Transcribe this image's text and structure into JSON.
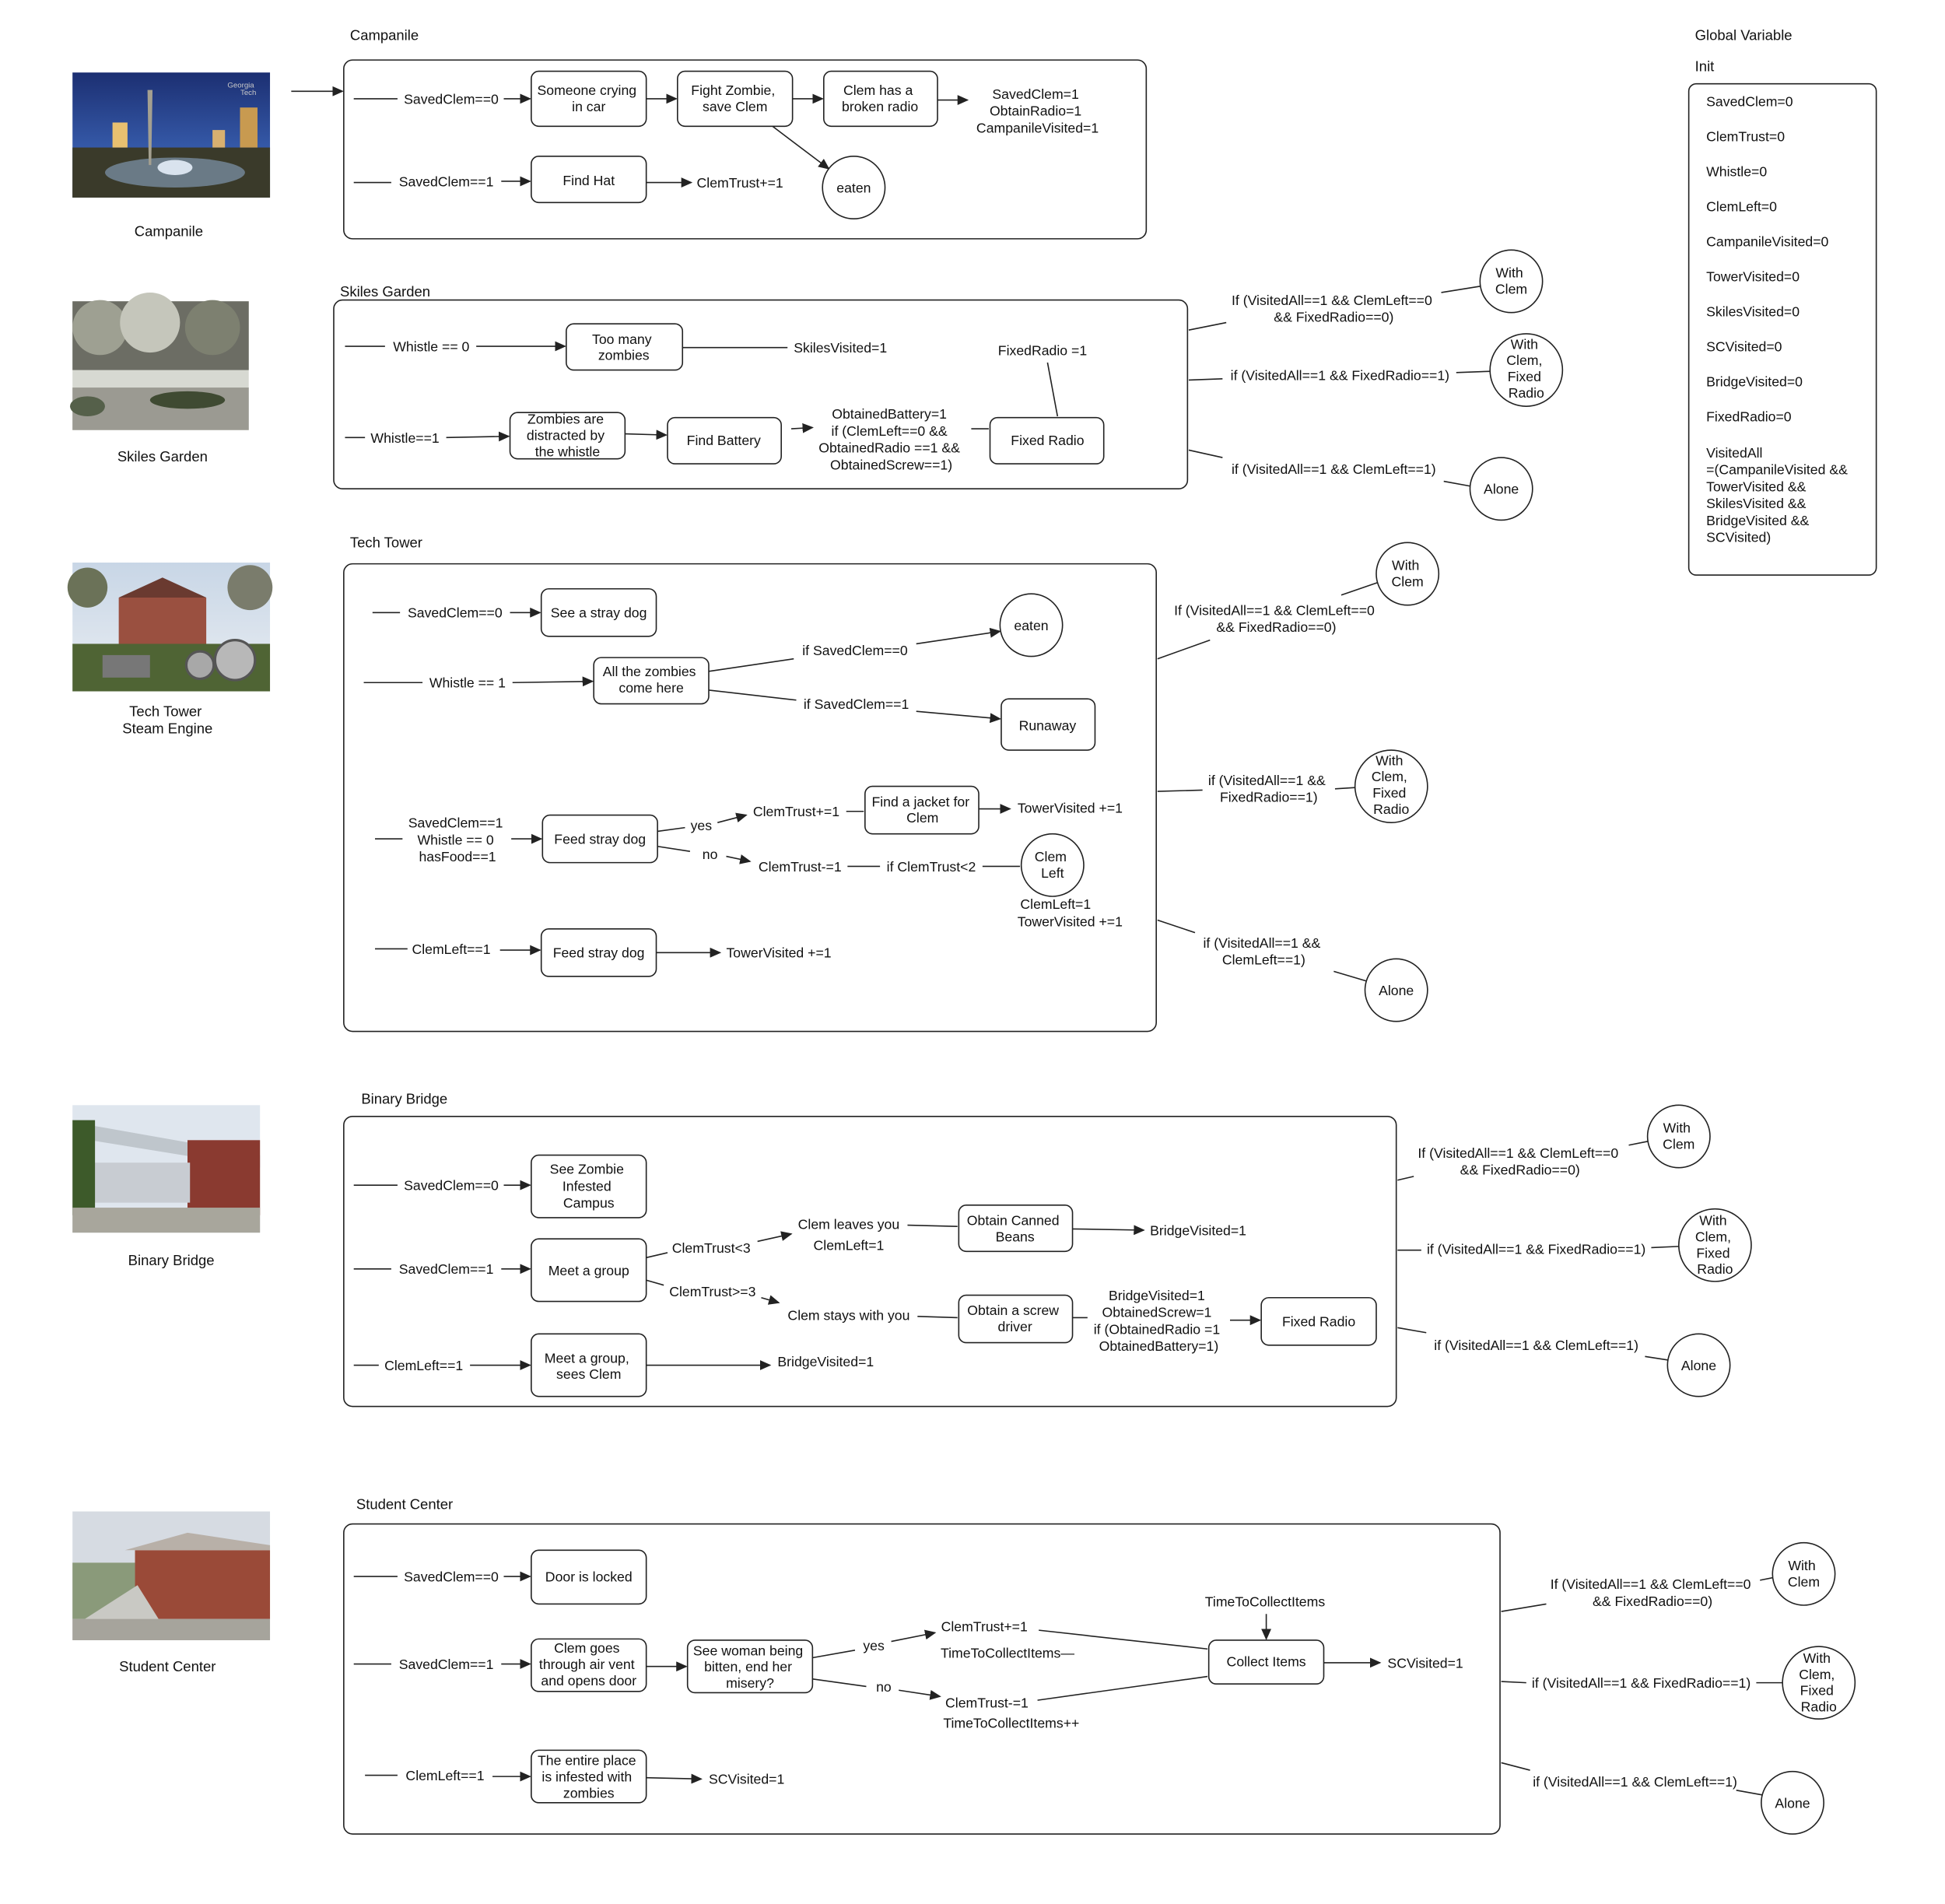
{
  "global": {
    "title": "Global Variable",
    "init_label": "Init",
    "vars": [
      "SavedClem=0",
      "ClemTrust=0",
      "Whistle=0",
      "ClemLeft=0",
      "CampanileVisited=0",
      "TowerVisited=0",
      "SkilesVisited=0",
      "SCVisited=0",
      "BridgeVisited=0",
      "FixedRadio=0"
    ],
    "visited_all": [
      "VisitedAll",
      "=(CampanileVisited &&",
      "TowerVisited &&",
      "SkilesVisited &&",
      "BridgeVisited &&",
      "SCVisited)"
    ]
  },
  "campanile": {
    "title": "Campanile",
    "caption": [
      "Campanile"
    ],
    "logo": [
      "Georgia",
      "Tech"
    ],
    "c_saved0": "SavedClem==0",
    "b_crying": [
      "Someone crying",
      "in car"
    ],
    "b_fight": [
      "Fight Zombie,",
      "save Clem"
    ],
    "b_radio": [
      "Clem has a",
      "broken radio"
    ],
    "result": [
      "SavedClem=1",
      "ObtainRadio=1",
      "CampanileVisited=1"
    ],
    "c_saved1": "SavedClem==1",
    "b_hat": [
      "Find Hat"
    ],
    "t_trust": "ClemTrust+=1",
    "e_eaten": [
      "eaten"
    ]
  },
  "skiles": {
    "title": "Skiles Garden",
    "caption": [
      "Skiles Garden"
    ],
    "c_whistle0": "Whistle == 0",
    "b_many": [
      "Too many",
      "zombies"
    ],
    "t_visited": "SkilesVisited=1",
    "t_fixedradio": "FixedRadio =1",
    "c_whistle1": "Whistle==1",
    "b_distracted": [
      "Zombies are",
      "distracted by",
      "the whistle"
    ],
    "b_battery": [
      "Find Battery"
    ],
    "t_battery": [
      "ObtainedBattery=1",
      "if (ClemLeft==0 &&",
      "ObtainedRadio ==1 &&",
      "ObtainedScrew==1)"
    ],
    "b_fixed": [
      "Fixed Radio"
    ],
    "o1_cond": [
      "If (VisitedAll==1 && ClemLeft==0",
      "&& FixedRadio==0)"
    ],
    "o1_end": [
      "With",
      "Clem"
    ],
    "o2_cond": [
      "if (VisitedAll==1 && FixedRadio==1)"
    ],
    "o2_end": [
      "With",
      "Clem,",
      "Fixed",
      "Radio"
    ],
    "o3_cond": [
      "if (VisitedAll==1 && ClemLeft==1)"
    ],
    "o3_end": [
      "Alone"
    ]
  },
  "tower": {
    "title": "Tech Tower",
    "caption": [
      "Tech Tower",
      "Steam Engine"
    ],
    "c_saved0": "SavedClem==0",
    "b_stray": [
      "See a stray dog"
    ],
    "c_whistle1": "Whistle == 1",
    "b_zombies": [
      "All the zombies",
      "come here"
    ],
    "t_if0": "if SavedClem==0",
    "t_if1": "if SavedClem==1",
    "e_eaten": [
      "eaten"
    ],
    "b_runaway": [
      "Runaway"
    ],
    "c_feed": [
      "SavedClem==1",
      "Whistle == 0",
      "hasFood==1"
    ],
    "b_feed": [
      "Feed stray dog"
    ],
    "t_yes": "yes",
    "t_no": "no",
    "t_trustplus": "ClemTrust+=1",
    "b_jacket": [
      "Find a jacket for",
      "Clem"
    ],
    "t_visited1": "TowerVisited +=1",
    "t_trustminus": "ClemTrust-=1",
    "t_iftrust": "if ClemTrust<2",
    "e_left": [
      "Clem",
      "Left"
    ],
    "t_leftresult": [
      "ClemLeft=1",
      "TowerVisited +=1"
    ],
    "c_left1": "ClemLeft==1",
    "b_feed2": [
      "Feed stray dog"
    ],
    "t_visited2": "TowerVisited +=1",
    "o1_cond": [
      "If (VisitedAll==1 && ClemLeft==0",
      "&& FixedRadio==0)"
    ],
    "o1_end": [
      "With",
      "Clem"
    ],
    "o2_cond": [
      "if (VisitedAll==1 &&",
      "FixedRadio==1)"
    ],
    "o2_end": [
      "With",
      "Clem,",
      "Fixed",
      "Radio"
    ],
    "o3_cond": [
      "if (VisitedAll==1 &&",
      "ClemLeft==1)"
    ],
    "o3_end": [
      "Alone"
    ]
  },
  "bridge": {
    "title": "Binary Bridge",
    "caption": [
      "Binary Bridge"
    ],
    "c_saved0": "SavedClem==0",
    "b_infested": [
      "See Zombie",
      "Infested",
      "Campus"
    ],
    "c_saved1": "SavedClem==1",
    "b_group": [
      "Meet a group"
    ],
    "t_lt3": "ClemTrust<3",
    "t_leaves": "Clem leaves you",
    "t_left1": "ClemLeft=1",
    "b_beans": [
      "Obtain Canned",
      "Beans"
    ],
    "t_bridge1": "BridgeVisited=1",
    "t_ge3": "ClemTrust>=3",
    "t_stays": "Clem stays with you",
    "b_screw": [
      "Obtain a screw",
      "driver"
    ],
    "t_screw": [
      "BridgeVisited=1",
      "ObtainedScrew=1",
      "if (ObtainedRadio =1",
      "ObtainedBattery=1)"
    ],
    "b_fixed": [
      "Fixed Radio"
    ],
    "c_left1": "ClemLeft==1",
    "b_group2": [
      "Meet a group,",
      "sees Clem"
    ],
    "t_bridge2": "BridgeVisited=1",
    "o1_cond": [
      "If (VisitedAll==1 && ClemLeft==0",
      "&& FixedRadio==0)"
    ],
    "o1_end": [
      "With",
      "Clem"
    ],
    "o2_cond": [
      "if (VisitedAll==1 && FixedRadio==1)"
    ],
    "o2_end": [
      "With",
      "Clem,",
      "Fixed",
      "Radio"
    ],
    "o3_cond": [
      "if (VisitedAll==1 && ClemLeft==1)"
    ],
    "o3_end": [
      "Alone"
    ]
  },
  "sc": {
    "title": "Student Center",
    "caption": [
      "Student Center"
    ],
    "c_saved0": "SavedClem==0",
    "b_locked": [
      "Door is locked"
    ],
    "c_saved1": "SavedClem==1",
    "b_vent": [
      "Clem goes",
      "through air vent",
      "and opens door"
    ],
    "b_woman": [
      "See woman being",
      "bitten, end her",
      "misery?"
    ],
    "t_yes": "yes",
    "t_no": "no",
    "t_yes_res": [
      "ClemTrust+=1",
      "TimeToCollectItems—"
    ],
    "t_no_res": [
      "ClemTrust-=1",
      "TimeToCollectItems++"
    ],
    "t_timeto": "TimeToCollectItems",
    "b_collect": [
      "Collect Items"
    ],
    "t_visited1": "SCVisited=1",
    "c_left1": "ClemLeft==1",
    "b_entire": [
      "The entire place",
      "is infested with",
      "zombies"
    ],
    "t_visited2": "SCVisited=1",
    "o1_cond": [
      "If (VisitedAll==1 && ClemLeft==0",
      "&& FixedRadio==0)"
    ],
    "o1_end": [
      "With",
      "Clem"
    ],
    "o2_cond": [
      "if (VisitedAll==1 && FixedRadio==1)"
    ],
    "o2_end": [
      "With",
      "Clem,",
      "Fixed",
      "Radio"
    ],
    "o3_cond": [
      "if (VisitedAll==1 && ClemLeft==1)"
    ],
    "o3_end": [
      "Alone"
    ]
  }
}
